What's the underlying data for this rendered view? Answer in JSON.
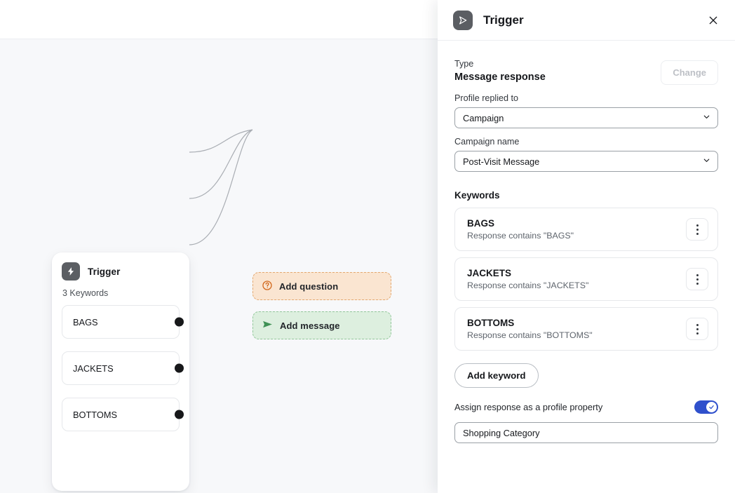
{
  "canvas": {
    "node": {
      "icon": "lightning-bolt-icon",
      "title": "Trigger",
      "subtitle": "3 Keywords",
      "keywords": [
        "BAGS",
        "JACKETS",
        "BOTTOMS"
      ]
    },
    "actions": [
      {
        "icon": "question-circle-icon",
        "label": "Add question"
      },
      {
        "icon": "send-arrow-icon",
        "label": "Add message"
      }
    ]
  },
  "panel": {
    "icon": "send-triangle-icon",
    "title": "Trigger",
    "close_icon": "close-icon",
    "type": {
      "label": "Type",
      "value": "Message response",
      "change_label": "Change"
    },
    "profile": {
      "label": "Profile replied to",
      "value": "Campaign"
    },
    "campaign": {
      "label": "Campaign name",
      "value": "Post-Visit Message"
    },
    "keywords_section": {
      "title": "Keywords",
      "items": [
        {
          "name": "BAGS",
          "desc": "Response contains \"BAGS\""
        },
        {
          "name": "JACKETS",
          "desc": "Response contains \"JACKETS\""
        },
        {
          "name": "BOTTOMS",
          "desc": "Response contains \"BOTTOMS\""
        }
      ],
      "add_label": "Add keyword"
    },
    "assign": {
      "label": "Assign response as a profile property",
      "toggle_on": true,
      "property_value": "Shopping Category"
    }
  },
  "colors": {
    "accent_blue": "#2f50cc",
    "question_bg": "#fae5d1",
    "question_border": "#e3a870",
    "question_icon": "#d2691e",
    "message_bg": "#ddefdf",
    "message_border": "#93c79b",
    "message_icon": "#3f9155",
    "badge_gray": "#5b5e63",
    "canvas_bg": "#f7f8fa"
  }
}
